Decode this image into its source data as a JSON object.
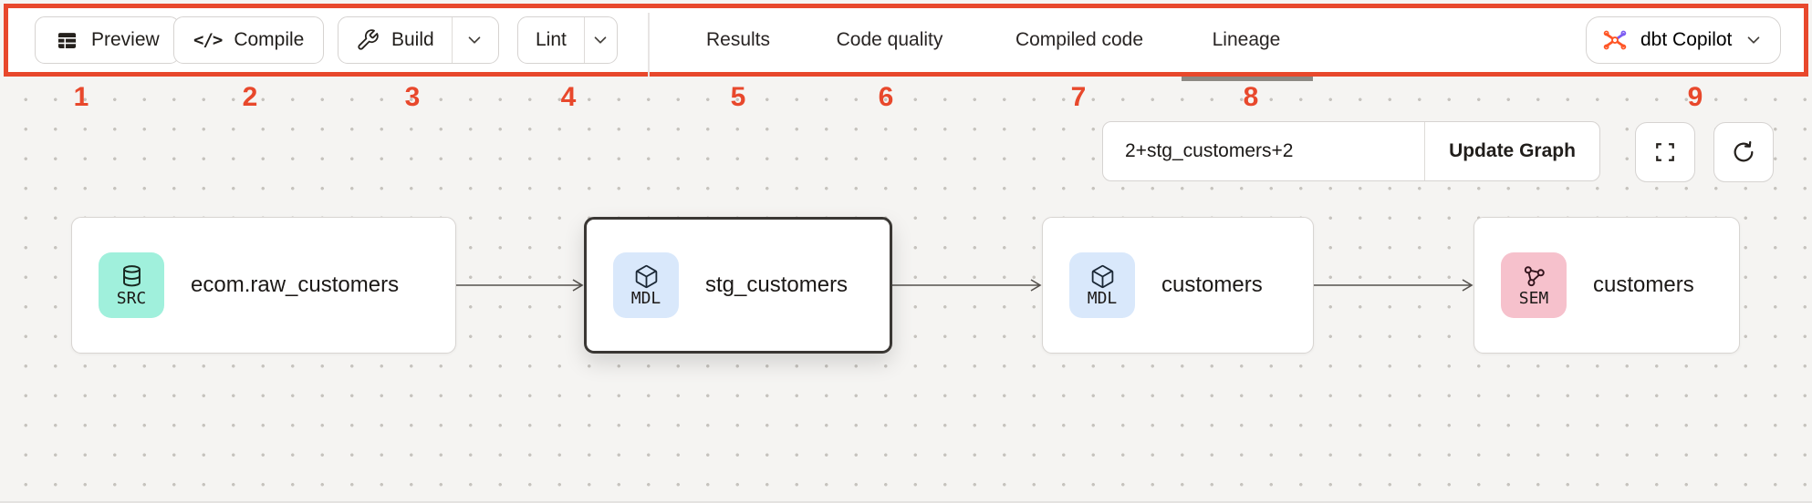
{
  "colors": {
    "accent": "#E8482C",
    "canvas_bg": "#F5F4F2",
    "badge_src": "#A0F0DC",
    "badge_mdl": "#D9E8FB",
    "badge_sem": "#F6C1CC",
    "tab_indicator": "#8C8984"
  },
  "annotation": {
    "markers": [
      "1",
      "2",
      "3",
      "4",
      "5",
      "6",
      "7",
      "8",
      "9"
    ]
  },
  "toolbar": {
    "preview_label": "Preview",
    "compile_label": "Compile",
    "compile_icon_text": "</>",
    "build_label": "Build",
    "lint_label": "Lint",
    "tabs": [
      {
        "label": "Results",
        "active": false
      },
      {
        "label": "Code quality",
        "active": false
      },
      {
        "label": "Compiled code",
        "active": false
      },
      {
        "label": "Lineage",
        "active": true
      }
    ],
    "copilot_label": "dbt Copilot",
    "icons": {
      "preview": "table-icon",
      "compile": "code-icon",
      "build": "wrench-icon",
      "build_caret": "chevron-down-icon",
      "lint_caret": "chevron-down-icon",
      "copilot": "dbt-copilot-logo",
      "copilot_caret": "chevron-down-icon"
    }
  },
  "lineage_controls": {
    "selector_value": "2+stg_customers+2",
    "update_button_label": "Update Graph",
    "icons": {
      "fullscreen": "fullscreen-icon",
      "refresh": "refresh-icon"
    }
  },
  "graph": {
    "nodes": [
      {
        "badge": "SRC",
        "name": "ecom.raw_customers",
        "type": "source",
        "icon": "database-icon",
        "selected": false
      },
      {
        "badge": "MDL",
        "name": "stg_customers",
        "type": "model",
        "icon": "cube-icon",
        "selected": true
      },
      {
        "badge": "MDL",
        "name": "customers",
        "type": "model",
        "icon": "cube-icon",
        "selected": false
      },
      {
        "badge": "SEM",
        "name": "customers",
        "type": "semantic-model",
        "icon": "network-icon",
        "selected": false
      }
    ],
    "edges": [
      {
        "from": "ecom.raw_customers",
        "to": "stg_customers"
      },
      {
        "from": "stg_customers",
        "to": "customers"
      },
      {
        "from": "customers",
        "to": "customers (semantic)"
      }
    ]
  }
}
